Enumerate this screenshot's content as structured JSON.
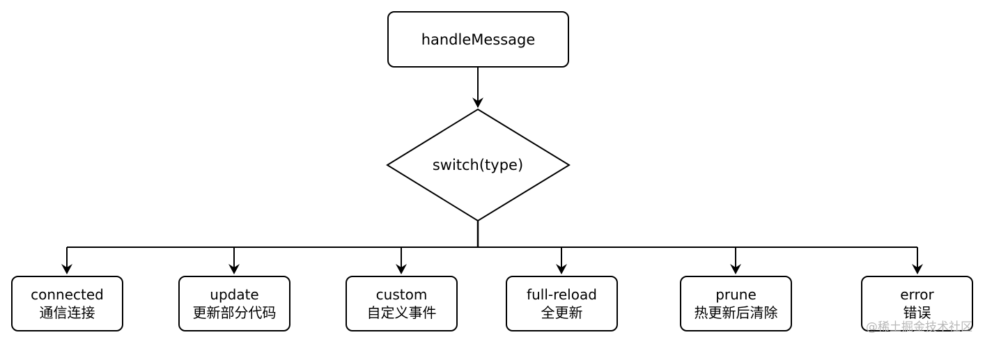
{
  "root": {
    "label": "handleMessage"
  },
  "decision": {
    "label": "switch(type)"
  },
  "cases": [
    {
      "key": "connected",
      "desc": "通信连接"
    },
    {
      "key": "update",
      "desc": "更新部分代码"
    },
    {
      "key": "custom",
      "desc": "自定义事件"
    },
    {
      "key": "full-reload",
      "desc": "全更新"
    },
    {
      "key": "prune",
      "desc": "热更新后清除"
    },
    {
      "key": "error",
      "desc": "错误"
    }
  ],
  "watermark": "@稀土掘金技术社区"
}
